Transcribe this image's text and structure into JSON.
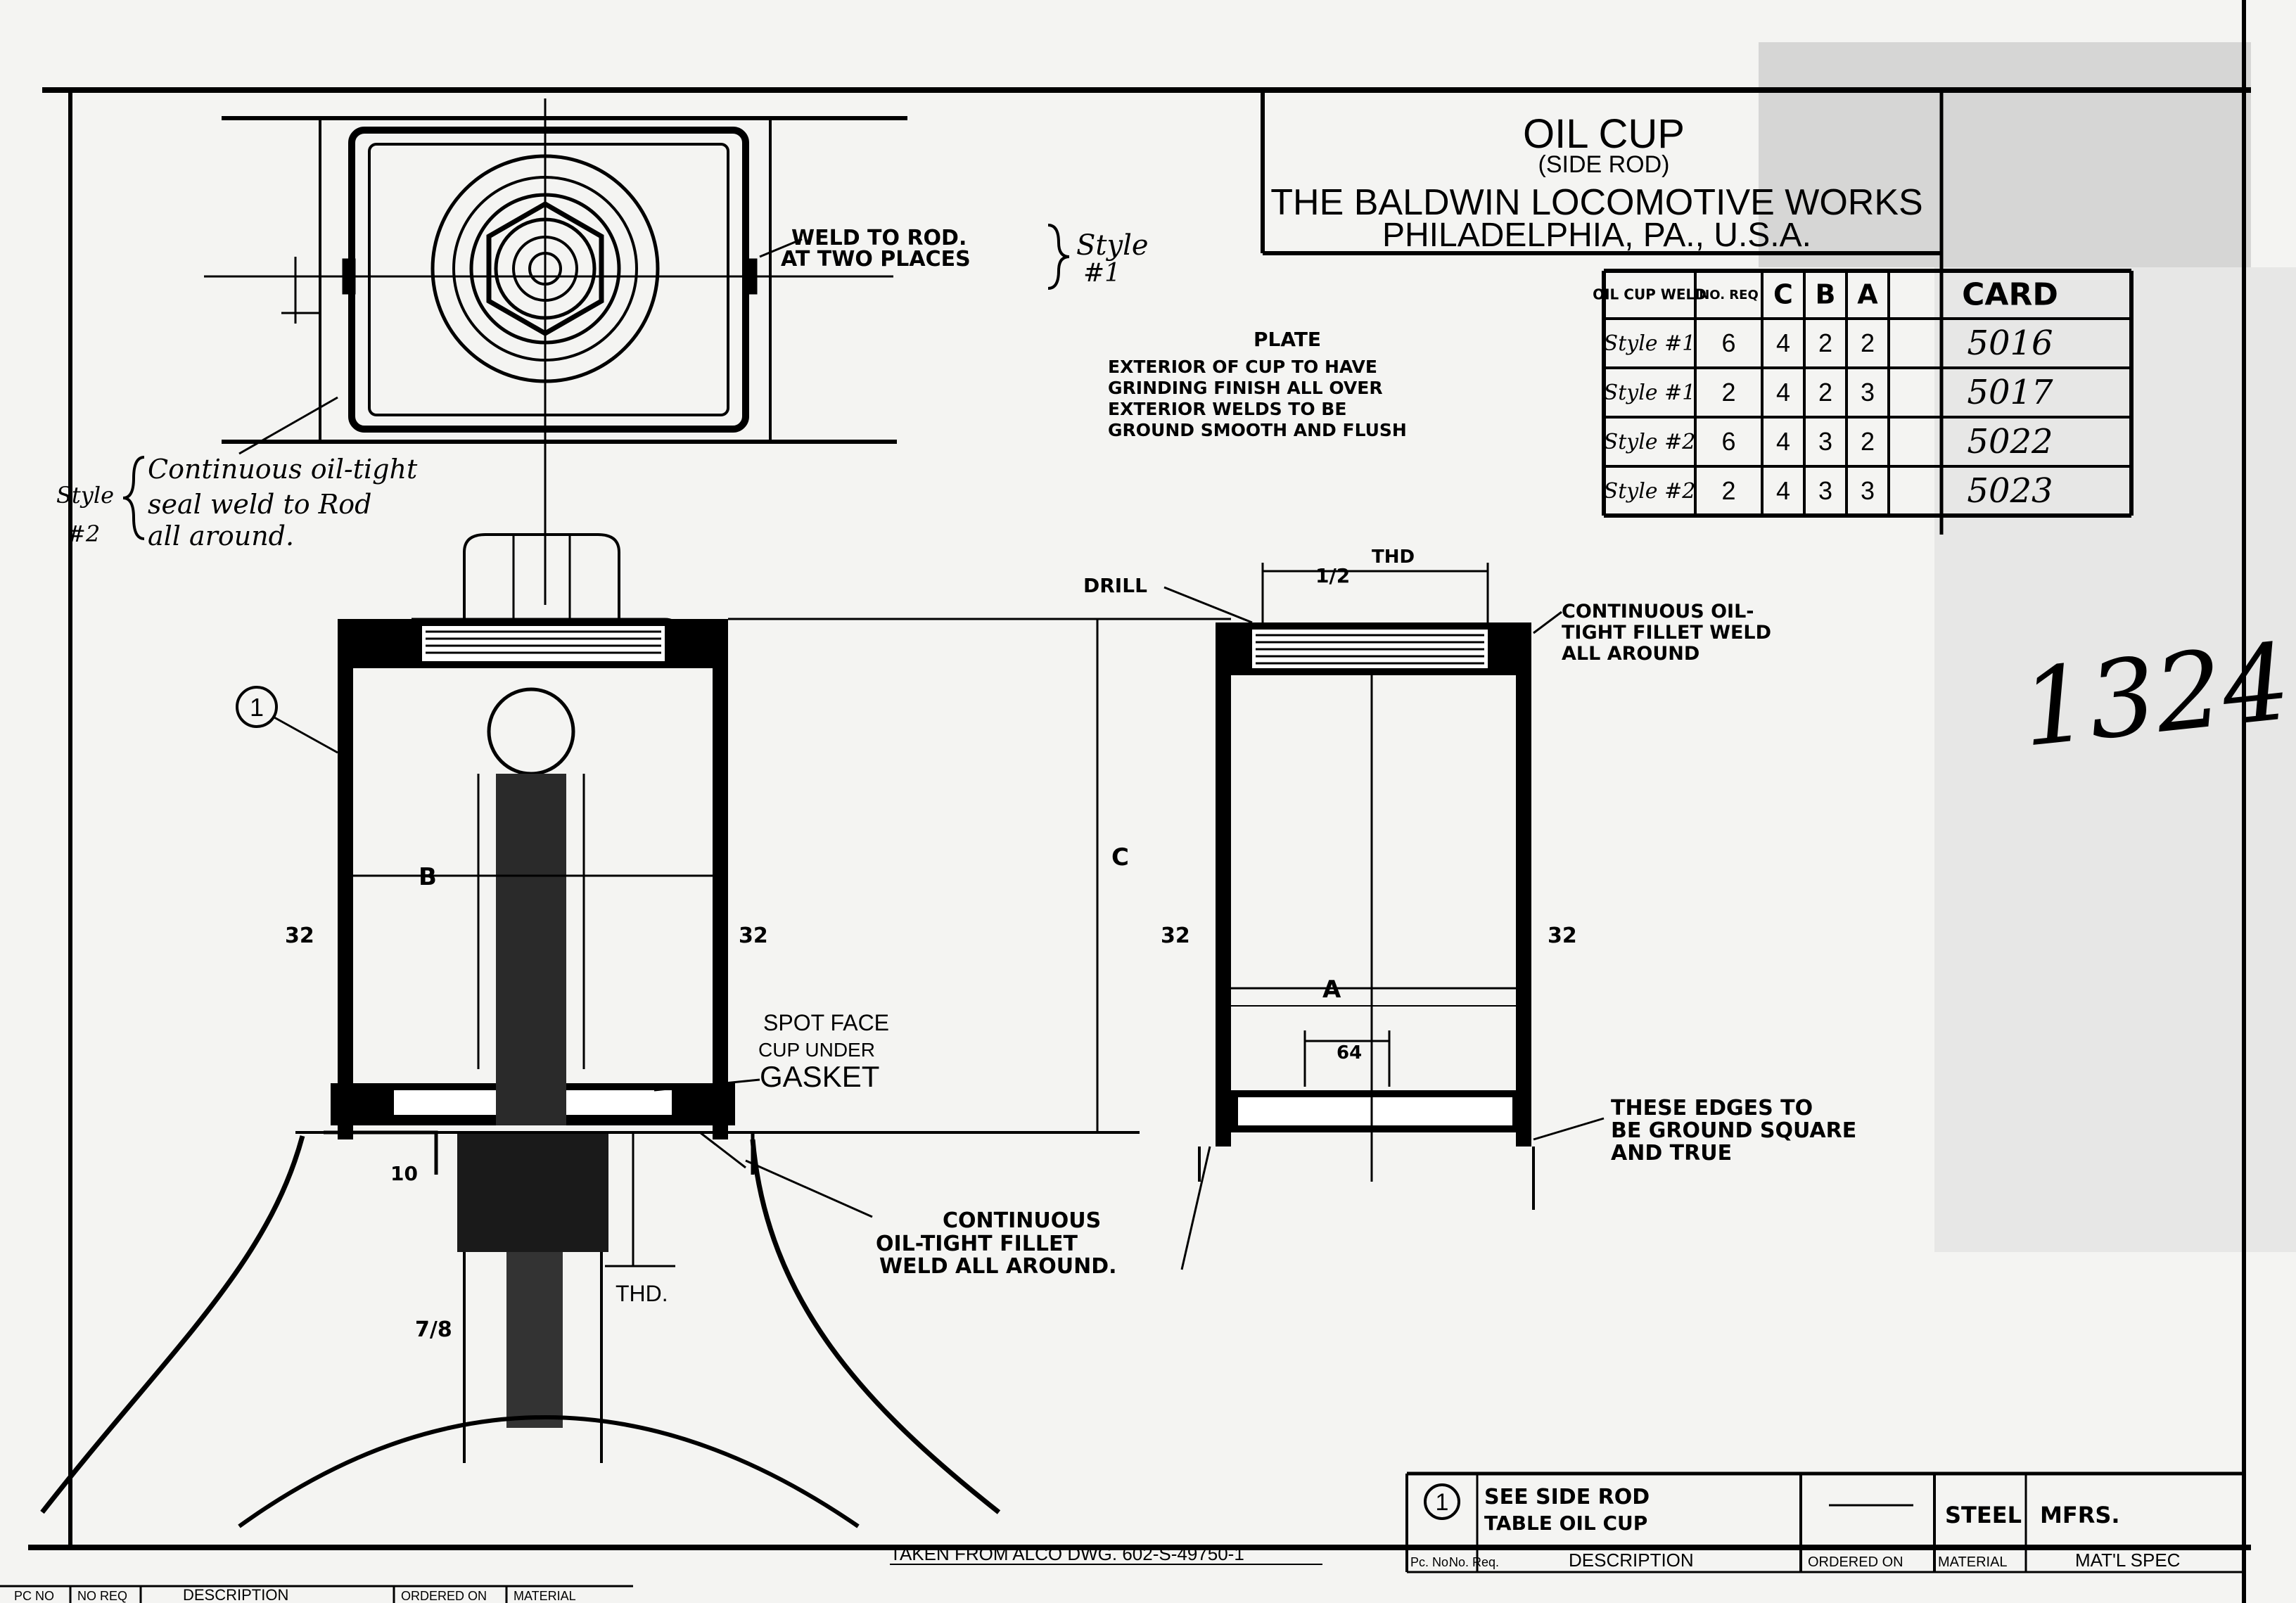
{
  "title_block": {
    "title": "OIL CUP",
    "subtitle": "(SIDE ROD)",
    "company": "THE BALDWIN LOCOMOTIVE WORKS",
    "location": "PHILADELPHIA, PA., U.S.A."
  },
  "style_table": {
    "headers": [
      "OIL CUP WELD",
      "NO. REQ",
      "C",
      "B",
      "A",
      "CARD"
    ],
    "rows": [
      [
        "Style #1",
        "6",
        "4",
        "2",
        "2",
        "5016"
      ],
      [
        "Style #1",
        "2",
        "4",
        "2",
        "3",
        "5017"
      ],
      [
        "Style #2",
        "6",
        "4",
        "3",
        "2",
        "5022"
      ],
      [
        "Style #2",
        "2",
        "4",
        "3",
        "3",
        "5023"
      ]
    ]
  },
  "notes": {
    "weld_top": [
      "WELD TO ROD.",
      "AT TWO PLACES"
    ],
    "style1": [
      "Style",
      "#1"
    ],
    "style2_lines": [
      "Continuous oil-tight",
      "seal weld to Rod",
      "all around."
    ],
    "style2_tag": [
      "Style",
      "#2"
    ],
    "plate": [
      "PLATE",
      "EXTERIOR OF CUP TO HAVE",
      "GRINDING FINISH ALL OVER",
      "EXTERIOR WELDS TO BE",
      "GROUND SMOOTH AND FLUSH"
    ],
    "drill": "DRILL",
    "thd_top": "THD",
    "continuous_right": [
      "CONTINUOUS OIL-",
      "TIGHT FILLET WELD",
      "ALL AROUND"
    ],
    "spot_face": [
      "SPOT FACE",
      "CUP UNDER",
      "GASKET"
    ],
    "fillet_bottom": [
      "CONTINUOUS",
      "OIL-TIGHT FILLET",
      "WELD ALL AROUND."
    ],
    "edges": [
      "THESE EDGES TO",
      "BE GROUND SQUARE",
      "AND TRUE"
    ],
    "thd_bottom": "THD.",
    "taken_from": "TAKEN FROM ALCO DWG. 602-S-49750-1",
    "handwritten_number": "1324"
  },
  "dimensions": {
    "b": "B",
    "c": "C",
    "a": "A",
    "wall_left": "32",
    "wall_right": "32",
    "wall_left2": "32",
    "wall_right2": "32",
    "half": "1/2",
    "seven_eighths": "7/8",
    "sixty_four": "64",
    "ten": "10"
  },
  "part_callout": "1",
  "parts_list": {
    "item_no": "1",
    "desc_line1": "SEE SIDE ROD",
    "desc_line2": "TABLE OIL CUP",
    "material": "STEEL",
    "maker": "MFRS.",
    "header": [
      "Pc. No.",
      "No. Req.",
      "DESCRIPTION",
      "ORDERED ON",
      "MATERIAL",
      "MAT'L SPEC"
    ]
  },
  "bottom_strip": {
    "header": [
      "PC NO",
      "NO REQ",
      "DESCRIPTION",
      "ORDERED ON",
      "MATERIAL"
    ]
  }
}
